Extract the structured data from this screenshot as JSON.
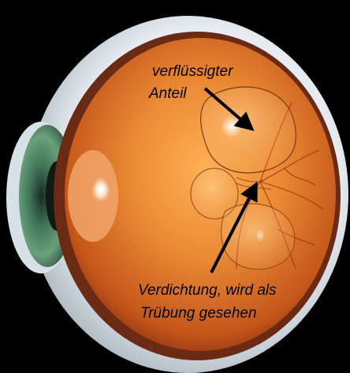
{
  "labels": {
    "liquid_line1": "verflüssigter",
    "liquid_line2": "Anteil",
    "dense_line1": "Verdichtung, wird als",
    "dense_line2": "Trübung gesehen"
  },
  "colors": {
    "background": "#000000",
    "sclera": "#e9eef2",
    "retina": "#e07a2a",
    "iris": "#4f8a6a",
    "label_text": "#000000"
  }
}
